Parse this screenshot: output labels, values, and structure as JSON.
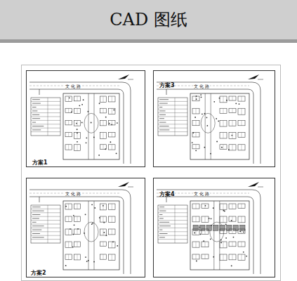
{
  "diagram": {
    "title": "CAD 图纸",
    "nodes": [
      {
        "text": [
          "方案1"
        ]
      },
      {
        "text": [
          "方案3"
        ]
      },
      {
        "text": [
          "方案2"
        ]
      },
      {
        "text": [
          "方案4"
        ]
      }
    ],
    "labels": [
      "文 化 路",
      "文 化 路",
      "文 化 路",
      "文 化 路"
    ]
  }
}
